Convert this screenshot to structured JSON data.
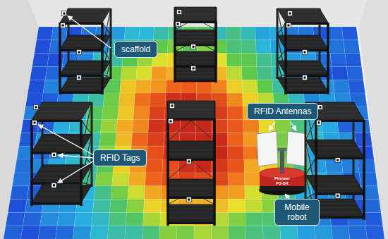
{
  "diagram": {
    "nodes": [
      {
        "text": [
          "scaffold"
        ]
      },
      {
        "text": [
          "RFID Antennas"
        ]
      },
      {
        "text": [
          "RFID Tags"
        ]
      },
      {
        "text": [
          "Mobile robot"
        ]
      }
    ],
    "labels": [
      "Pioneer P3-DX"
    ]
  }
}
